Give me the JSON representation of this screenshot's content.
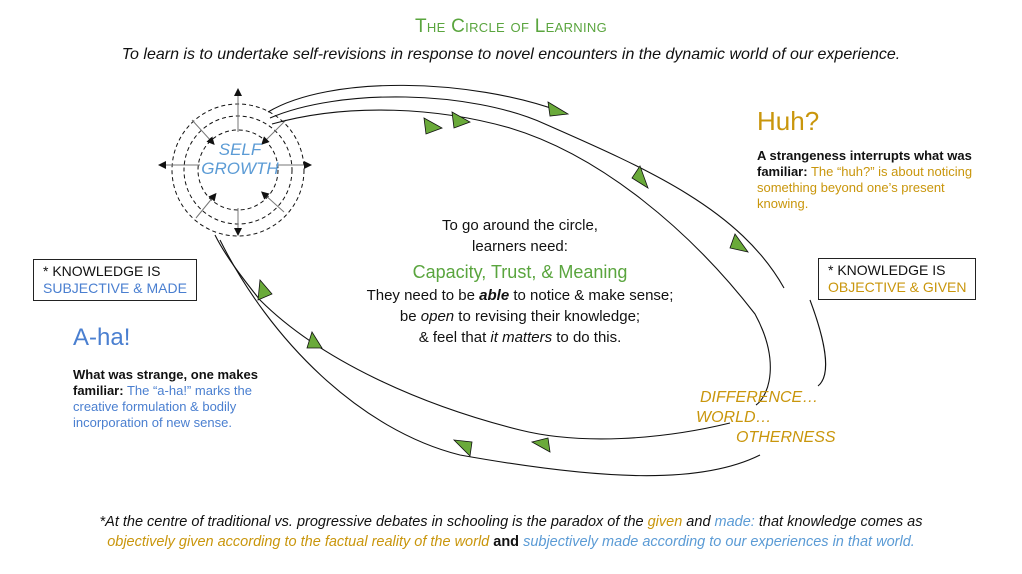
{
  "header": {
    "title": "The Circle of Learning",
    "subtitle": "To learn is to undertake self-revisions in response to novel encounters in the dynamic world of our experience."
  },
  "self_growth": {
    "line1": "SELF",
    "line2": "GROWTH"
  },
  "huh": {
    "heading": "Huh?",
    "lead": "A strangeness interrupts what was familiar:",
    "rest": " The “huh?” is about noticing something beyond one’s present knowing."
  },
  "aha": {
    "heading": "A-ha!",
    "lead": "What was strange, one makes familiar:",
    "rest": " The “a-ha!” marks the creative formulation & bodily incorporation of new sense."
  },
  "knowledge_boxes": {
    "subjective": {
      "line1": "* KNOWLEDGE IS",
      "line2": "SUBJECTIVE & MADE"
    },
    "objective": {
      "line1": "* KNOWLEDGE IS",
      "line2": "OBJECTIVE & GIVEN"
    }
  },
  "center": {
    "line1": "To go around the circle,",
    "line2": "learners need:",
    "needs": "Capacity, Trust, & Meaning",
    "l3a": "They need to be ",
    "l3b": "able",
    "l3c": " to notice & make sense;",
    "l4a": "be ",
    "l4b": "open",
    "l4c": " to revising their knowledge;",
    "l5a": "& feel that ",
    "l5b": "it matters",
    "l5c": " to do this."
  },
  "world": {
    "line1": "DIFFERENCE…",
    "line2": "WORLD…",
    "line3": "OTHERNESS"
  },
  "footer": {
    "p1": "*At the centre of traditional vs. progressive debates in schooling is the paradox of the ",
    "given": "given",
    "p2": " and ",
    "made": "made:",
    "p3": " that knowledge comes as",
    "obj": "objectively given according to the factual reality of the world",
    "and": " and ",
    "subj": "subjectively made according to our experiences in that world."
  },
  "colors": {
    "green": "#5aa53e",
    "gold": "#c9960c",
    "blue": "#4a7fd0",
    "light_blue": "#5b9bd5",
    "arrow_fill": "#6aaa3a"
  }
}
